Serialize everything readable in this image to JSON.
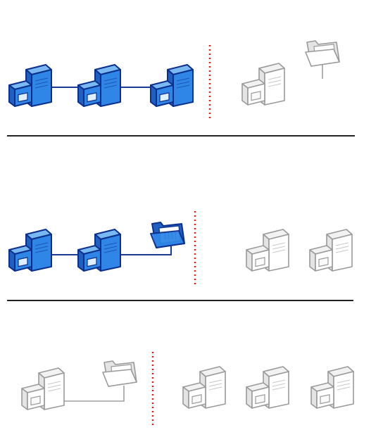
{
  "colors": {
    "active_fill": "#2f86e6",
    "active_side": "#1f5fc0",
    "active_top": "#7ab8f2",
    "active_stroke": "#0b2f8c",
    "inactive_fill": "#ffffff",
    "inactive_side": "#e4e4e4",
    "inactive_top": "#f2f2f2",
    "inactive_stroke": "#9a9a9a",
    "active_link": "#1a3a9e",
    "inactive_link": "#a0a0a0",
    "boundary": "#e02020",
    "separator": "#222222"
  },
  "rows": [
    {
      "icons": [
        {
          "icon": "server-icon",
          "state": "active"
        },
        {
          "icon": "server-icon",
          "state": "active"
        },
        {
          "icon": "server-icon",
          "state": "active"
        },
        {
          "icon": "server-icon",
          "state": "inactive"
        },
        {
          "icon": "folder-icon",
          "state": "inactive"
        }
      ],
      "links": [
        {
          "from": 0,
          "to": 1,
          "state": "active"
        },
        {
          "from": 1,
          "to": 2,
          "state": "active"
        }
      ]
    },
    {
      "icons": [
        {
          "icon": "server-icon",
          "state": "active"
        },
        {
          "icon": "server-icon",
          "state": "active"
        },
        {
          "icon": "folder-icon",
          "state": "active"
        },
        {
          "icon": "server-icon",
          "state": "inactive"
        },
        {
          "icon": "server-icon",
          "state": "inactive"
        }
      ],
      "links": [
        {
          "from": 0,
          "to": 1,
          "state": "active"
        },
        {
          "from": 1,
          "to": 2,
          "state": "active"
        }
      ]
    },
    {
      "icons": [
        {
          "icon": "server-icon",
          "state": "inactive"
        },
        {
          "icon": "folder-icon",
          "state": "inactive"
        },
        {
          "icon": "server-icon",
          "state": "inactive"
        },
        {
          "icon": "server-icon",
          "state": "inactive"
        },
        {
          "icon": "server-icon",
          "state": "inactive"
        }
      ],
      "links": [
        {
          "from": 0,
          "to": 1,
          "state": "inactive"
        }
      ]
    }
  ]
}
